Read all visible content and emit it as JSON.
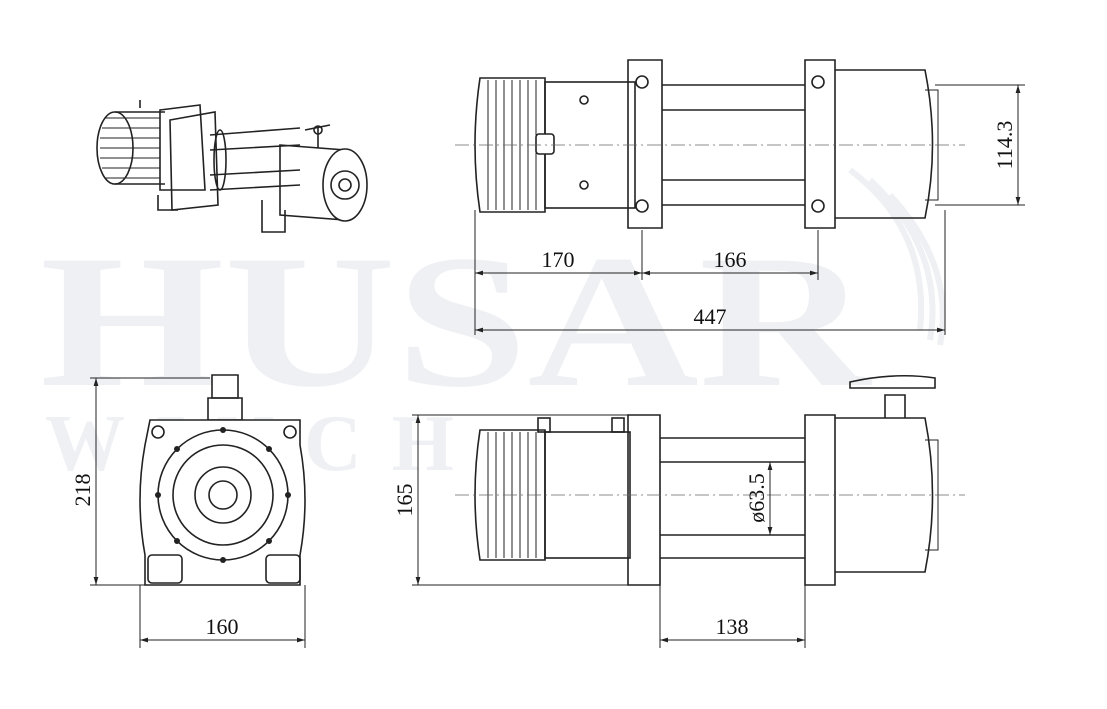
{
  "watermark": {
    "brand": "HUSAR",
    "sub": "WINCH"
  },
  "dimensions": {
    "top_left_len": "170",
    "top_mid_len": "166",
    "total_len": "447",
    "top_height": "114.3",
    "front_height": "218",
    "front_width": "160",
    "side_height": "165",
    "drum_dia": "ø63.5",
    "side_mount_len": "138"
  }
}
